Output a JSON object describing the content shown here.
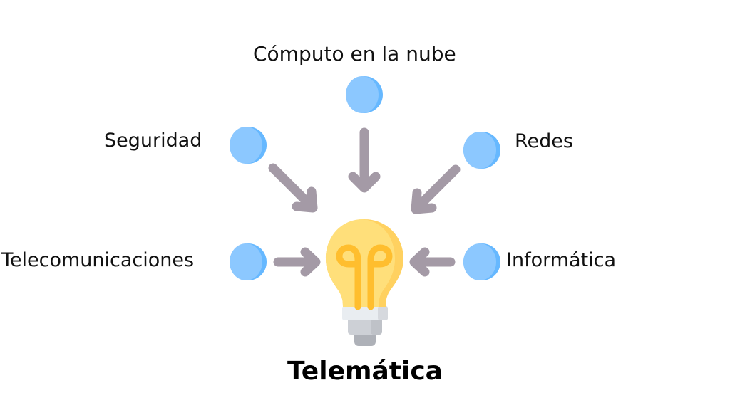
{
  "diagram": {
    "center": {
      "label": "Telemática",
      "icon": "lightbulb-icon"
    },
    "nodes": [
      {
        "id": "computo",
        "label": "Cómputo en la nube",
        "position": "top"
      },
      {
        "id": "seguridad",
        "label": "Seguridad",
        "position": "top-left"
      },
      {
        "id": "redes",
        "label": "Redes",
        "position": "top-right"
      },
      {
        "id": "telecom",
        "label": "Telecomunicaciones",
        "position": "left"
      },
      {
        "id": "informatica",
        "label": "Informática",
        "position": "right"
      }
    ],
    "colors": {
      "node_fill": "#8cc8ff",
      "node_shade": "#66b8ff",
      "arrow": "#a49aa6",
      "bulb_glass": "#ffdf7a",
      "bulb_glass_shade": "#ffd160",
      "filament": "#ffbe2e",
      "base_light": "#e9edf1",
      "base_mid": "#cdd0d6",
      "base_dark": "#aeb1b8"
    }
  }
}
